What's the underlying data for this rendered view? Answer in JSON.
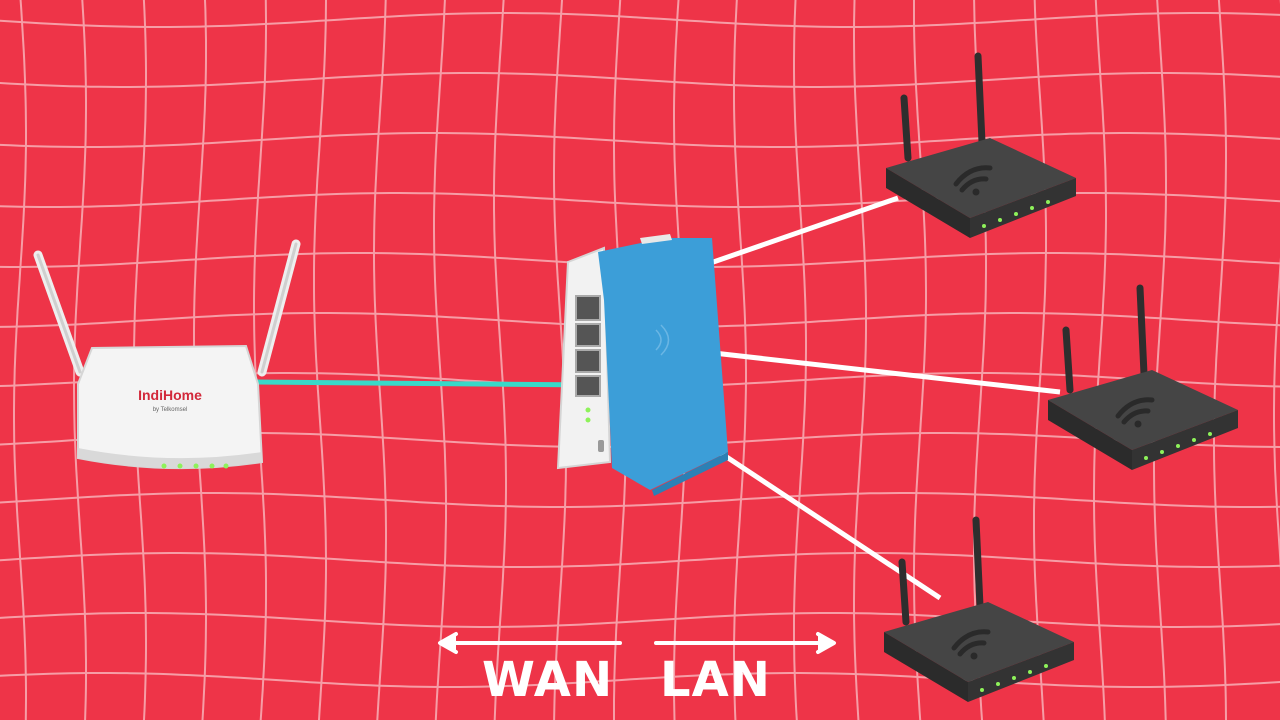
{
  "diagram": {
    "isp_router": {
      "brand": "IndiHome",
      "sub_brand": "by Telkomsel"
    },
    "labels": {
      "wan": "WAN",
      "lan": "LAN"
    },
    "connections": [
      {
        "from": "isp-router",
        "to": "mikrotik-router",
        "type": "wan"
      },
      {
        "from": "mikrotik-router",
        "to": "access-point-1",
        "type": "lan"
      },
      {
        "from": "mikrotik-router",
        "to": "access-point-2",
        "type": "lan"
      },
      {
        "from": "mikrotik-router",
        "to": "access-point-3",
        "type": "lan"
      }
    ],
    "colors": {
      "background": "#ee3448",
      "grid": "#f8b0b7",
      "wan_cable": "#38d9c8",
      "lan_cable": "#ffffff",
      "router_blue": "#3c9ed8",
      "ap_dark": "#3a3a3a",
      "led_green": "#8ef25a"
    }
  }
}
